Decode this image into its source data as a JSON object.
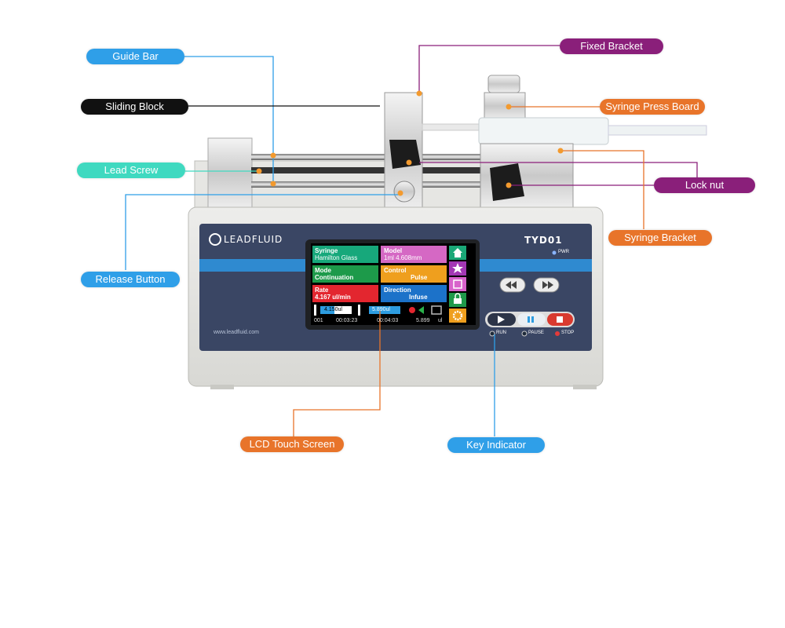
{
  "device": {
    "brand": "LEADFLUID",
    "model": "TYD01",
    "power_label": "PWR",
    "website": "www.leadfluid.com",
    "key_labels": {
      "run": "RUN",
      "pause": "PAUSE",
      "stop": "STOP"
    }
  },
  "lcd": {
    "syringe_label": "Syringe",
    "syringe_value": "Hamilton Glass",
    "model_label": "Model",
    "model_value": "1ml 4.608mm",
    "mode_label": "Mode",
    "mode_value": "Continuation",
    "control_label": "Control",
    "control_value": "Pulse",
    "rate_label": "Rate",
    "rate_value": "4.167 ul/min",
    "direction_label": "Direction",
    "direction_value": "Infuse",
    "volume_left": "4.150ul",
    "volume_right": "5.890ul",
    "status_count": "001",
    "status_elapsed": "00:03:23",
    "status_remaining": "00:04:03",
    "status_volume": "5.899",
    "status_unit": "ul"
  },
  "callouts": {
    "guide_bar": "Guide Bar",
    "sliding_block": "Sliding Block",
    "lead_screw": "Lead Screw",
    "release_button": "Release Button",
    "fixed_bracket": "Fixed Bracket",
    "syringe_press_board": "Syringe Press Board",
    "lock_nut": "Lock nut",
    "syringe_bracket": "Syringe Bracket",
    "lcd_touch_screen": "LCD Touch Screen",
    "key_indicator": "Key Indicator"
  },
  "colors": {
    "blue": "#2f9fe8",
    "black": "#111111",
    "teal": "#3fd9c0",
    "purple": "#8a1f7a",
    "orange": "#e8742a",
    "navy": "#3a4664"
  }
}
